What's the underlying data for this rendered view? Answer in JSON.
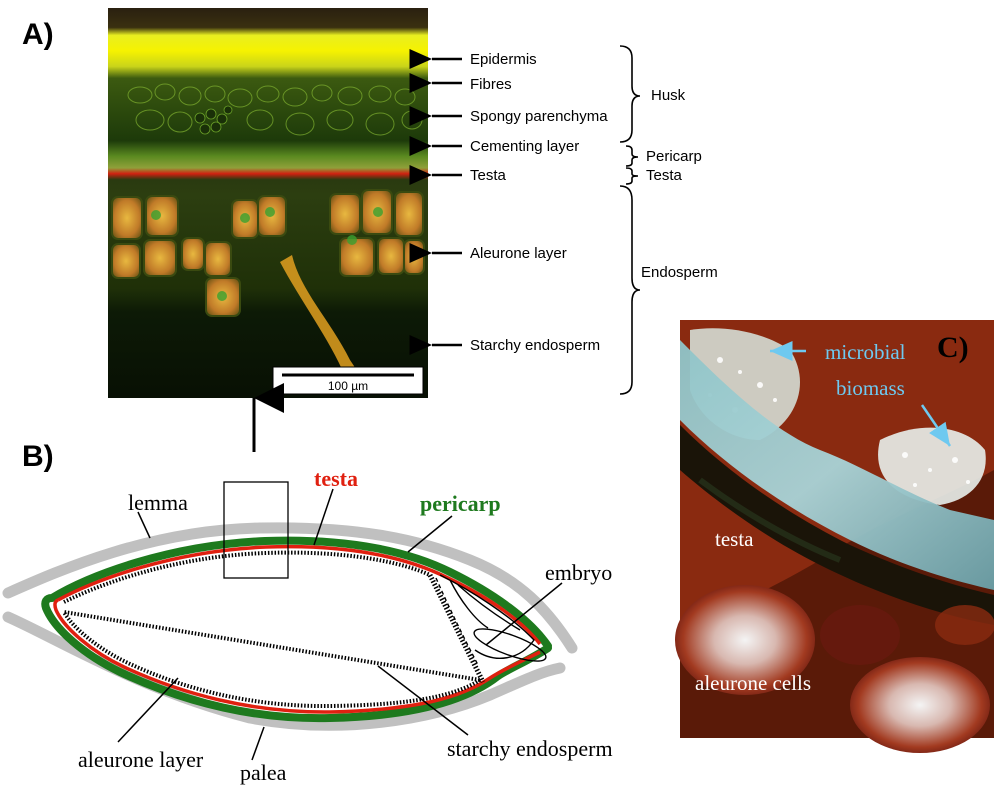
{
  "panels": {
    "a": {
      "label": "A)",
      "scale_bar": "100 µm",
      "layers": [
        "Epidermis",
        "Fibres",
        "Spongy parenchyma",
        "Cementing layer",
        "Testa",
        "Aleurone layer",
        "Starchy endosperm"
      ],
      "groups": [
        "Husk",
        "Pericarp",
        "Testa",
        "Endosperm"
      ]
    },
    "b": {
      "label": "B)",
      "labels": {
        "lemma": "lemma",
        "testa": "testa",
        "pericarp": "pericarp",
        "embryo": "embryo",
        "aleurone": "aleurone layer",
        "palea": "palea",
        "starchy": "starchy endosperm"
      }
    },
    "c": {
      "label": "C)",
      "microbial_line1": "microbial",
      "microbial_line2": "biomass",
      "testa": "testa",
      "aleurone": "aleurone cells"
    }
  },
  "colors": {
    "husk_yellow": "#f4f000",
    "tissue_green": "#4f8a1c",
    "testa_red": "#e02010",
    "pericarp_green": "#1e7a1e",
    "husk_gray": "#c0c0c0",
    "microbial_blue": "#6ec9f0"
  }
}
